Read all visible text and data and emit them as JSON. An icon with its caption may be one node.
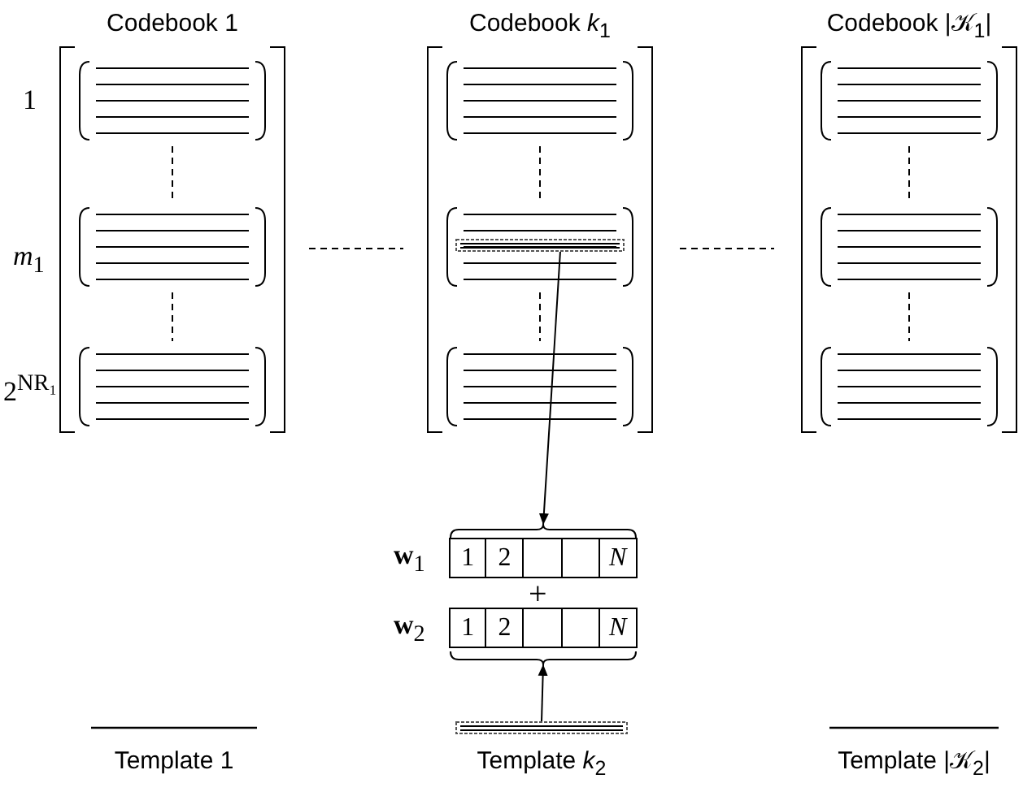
{
  "diagram": {
    "nodes": [
      {
        "text": [
          "Codebook 1"
        ]
      },
      {
        "text": [
          "Codebook *k*$_{1}$"
        ]
      },
      {
        "text": [
          "Codebook |𝒦$_{1}$|"
        ]
      },
      {
        "text": [],
        "shape": "box",
        "in": 1
      },
      {
        "text": [
          "1",
          "2",
          "*N*"
        ],
        "beside": [
          "**w**$_{1}$"
        ]
      },
      {
        "text": [
          "1",
          "2",
          "*N*"
        ],
        "beside": [
          "**w**$_{2}$"
        ]
      },
      {
        "text": [],
        "shape": "bar",
        "beside": [
          "Template 1"
        ]
      },
      {
        "text": [],
        "shape": "box",
        "beside": [
          "Template *k*$_{2}$"
        ]
      },
      {
        "text": [],
        "shape": "bar",
        "beside": [
          "Template |𝒦$_{2}$|"
        ]
      }
    ],
    "edges": [
      {
        "from": 3,
        "to": 4,
        "arrow": "to"
      },
      {
        "from": 7,
        "to": 5,
        "arrow": "to"
      }
    ],
    "labels": [
      "1",
      "*m*$_{1}$",
      "2$^{NR₁}$",
      "+"
    ]
  }
}
